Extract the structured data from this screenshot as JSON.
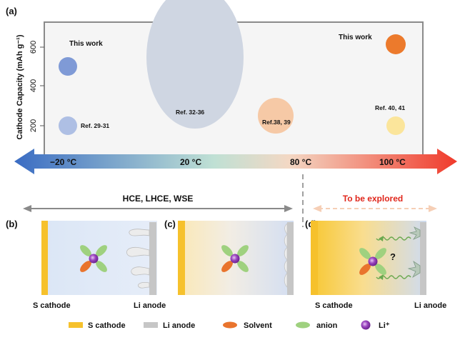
{
  "panel_a": {
    "label": "(a)",
    "y_axis_label": "Cathode Capacity (mAh g⁻¹)",
    "y_ticks": [
      "200",
      "400",
      "600"
    ],
    "bubbles": {
      "this_work_left": "This work",
      "ref_29_31": "Ref. 29-31",
      "ref_32_36": "Ref. 32-36",
      "ref_38_39": "Ref.38, 39",
      "ref_40_41": "Ref. 40, 41",
      "this_work_right": "This work"
    },
    "temperature_arrow": {
      "t1": "−20 °C",
      "t2": "20 °C",
      "t3": "80 °C",
      "t4": "100 °C"
    },
    "range_arrows": {
      "left_label": "HCE, LHCE, WSE",
      "right_label": "To be explored"
    }
  },
  "panels": {
    "b": {
      "label": "(b)",
      "cathode": "S cathode",
      "anode": "Li anode"
    },
    "c": {
      "label": "(c)"
    },
    "d": {
      "label": "(d)",
      "cathode": "S cathode",
      "anode": "Li anode",
      "question": "?"
    }
  },
  "legend": {
    "items": [
      {
        "label": "S cathode",
        "icon": "yellow-bar"
      },
      {
        "label": "Li anode",
        "icon": "gray-bar"
      },
      {
        "label": "Solvent",
        "icon": "orange-ellipse"
      },
      {
        "label": "anion",
        "icon": "green-ellipse"
      },
      {
        "label": "Li⁺",
        "icon": "purple-sphere"
      }
    ]
  },
  "colors": {
    "cold": "#3c6fc4",
    "hot": "#ef3a2a",
    "cathode": "#f6c12c",
    "anode": "#c6c6c6",
    "solvent": "#e9742d",
    "anion": "#9fd17f",
    "li_ion": "#7f2fa6",
    "explore_red": "#e0261b"
  }
}
